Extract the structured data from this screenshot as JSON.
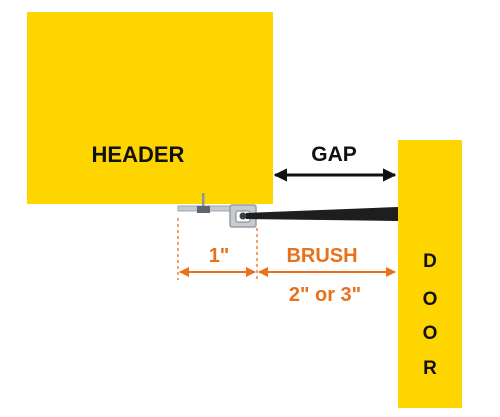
{
  "colors": {
    "yellow": "#ffd500",
    "orange": "#e8711a",
    "dark": "#111111",
    "brush": "#1e1e1e",
    "gray": "#b9bdc1"
  },
  "labels": {
    "header": "HEADER",
    "gap": "GAP",
    "one_inch": "1\"",
    "brush": "BRUSH",
    "brush_size": "2\" or 3\"",
    "door_letters": [
      "D",
      "O",
      "O",
      "R"
    ]
  }
}
